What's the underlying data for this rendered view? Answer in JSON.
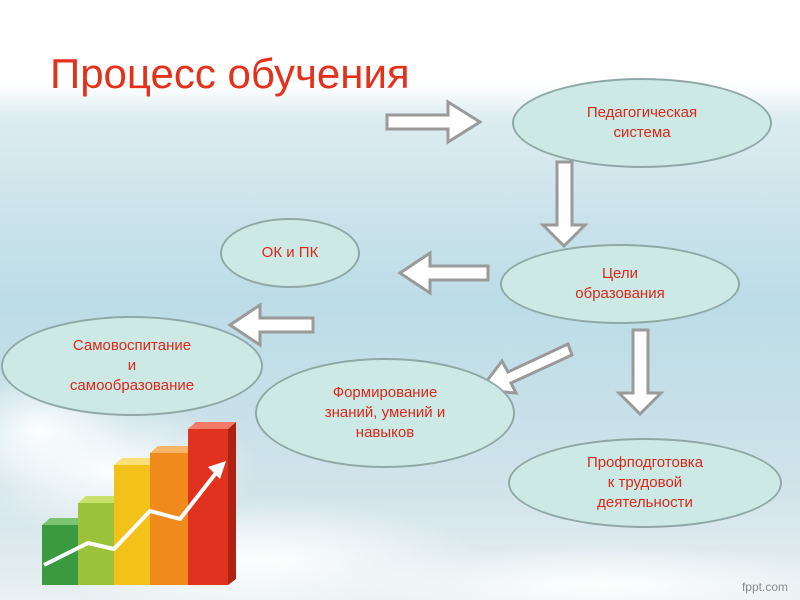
{
  "title": "Процесс обучения",
  "nodes": {
    "ped_system": "Педагогическая\nсистема",
    "goals": "Цели\nобразования",
    "ok_pk": "ОК и ПК",
    "self_ed": "Самовоспитание\nи\nсамообразование",
    "skills": "Формирование\nзнаний, умений и\nнавыков",
    "prof": "Профподготовка\nк трудовой\nдеятельности"
  },
  "watermark": "fppt.com",
  "colors": {
    "title": "#e3311c",
    "node_fill": "#cde9e6",
    "node_border": "#8fa8a6",
    "node_text": "#d9291a",
    "arrow_fill": "#ffffff",
    "arrow_stroke": "#9a9a9a"
  },
  "illustration": {
    "icon": "growth-bar-chart-with-rising-arrow",
    "bar_colors": [
      "#3a9a3f",
      "#9cc23a",
      "#f2c21a",
      "#f08a1c",
      "#e0321e"
    ]
  }
}
